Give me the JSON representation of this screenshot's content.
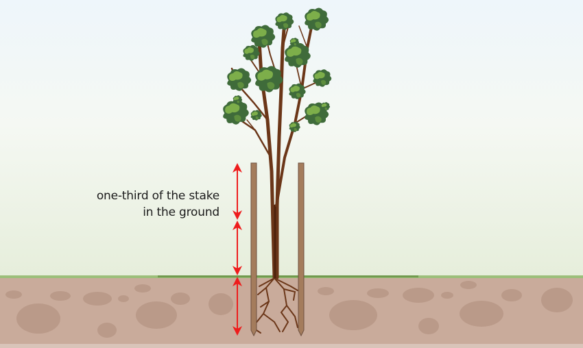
{
  "diagram": {
    "caption": {
      "line1": "one-third of the stake",
      "line2": "in the ground"
    },
    "colors": {
      "sky_top": "#eef6fb",
      "sky_bottom": "#e6eedb",
      "grass": "#9cbf7a",
      "soil": "#c9ab9b",
      "soil_stone": "#ba9a89",
      "soil_bottom": "#d9c4b9",
      "stake": "#a47c5c",
      "stake_outline": "#6e5040",
      "trunk": "#6b3618",
      "trunk_dark": "#4c220d",
      "leaf_dark": "#3f6b3a",
      "leaf_light": "#7dae4a",
      "arrow": "#ee1c1c"
    },
    "elements": [
      "sky",
      "ground-line",
      "soil",
      "tree",
      "stake-left",
      "stake-right",
      "roots",
      "measurement-arrows"
    ]
  }
}
